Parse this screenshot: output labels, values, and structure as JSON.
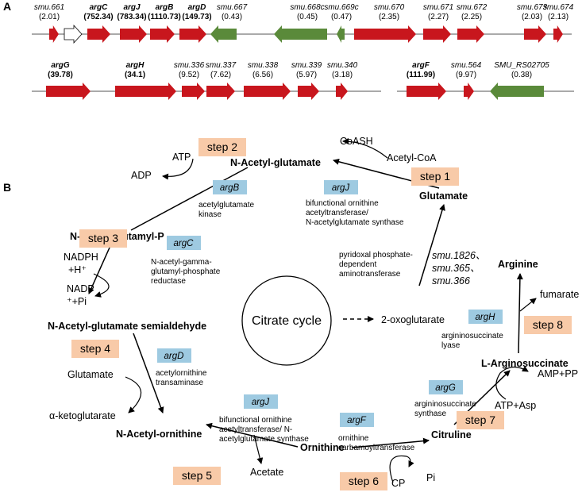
{
  "panel_labels": {
    "a": "A",
    "b": "B"
  },
  "genes_row1": [
    {
      "name": "smu.661",
      "value": "(2.01)",
      "bold": false
    },
    {
      "name": "argC",
      "value": "(752.34)",
      "bold": true
    },
    {
      "name": "argJ",
      "value": "(783.34)",
      "bold": true
    },
    {
      "name": "argB",
      "value": "(1110.73)",
      "bold": true
    },
    {
      "name": "argD",
      "value": "(149.73)",
      "bold": true
    },
    {
      "name": "smu.667",
      "value": "(0.43)",
      "bold": false
    },
    {
      "name": "smu.668c",
      "value": "(0.45)",
      "bold": false
    },
    {
      "name": "smu.669c",
      "value": "(0.47)",
      "bold": false
    },
    {
      "name": "smu.670",
      "value": "(2.35)",
      "bold": false
    },
    {
      "name": "smu.671",
      "value": "(2.27)",
      "bold": false
    },
    {
      "name": "smu.672",
      "value": "(2.25)",
      "bold": false
    },
    {
      "name": "smu.673",
      "value": "(2.03)",
      "bold": false
    },
    {
      "name": "smu.674",
      "value": "(2.13)",
      "bold": false
    }
  ],
  "genes_row2": [
    {
      "name": "argG",
      "value": "(39.78)",
      "bold": true
    },
    {
      "name": "argH",
      "value": "(34.1)",
      "bold": true
    },
    {
      "name": "smu.336",
      "value": "(9.52)",
      "bold": false
    },
    {
      "name": "smu.337",
      "value": "(7.62)",
      "bold": false
    },
    {
      "name": "smu.338",
      "value": "(6.56)",
      "bold": false
    },
    {
      "name": "smu.339",
      "value": "(5.97)",
      "bold": false
    },
    {
      "name": "smu.340",
      "value": "(3.18)",
      "bold": false
    },
    {
      "name": "argF",
      "value": "(111.99)",
      "bold": true
    },
    {
      "name": "smu.564",
      "value": "(9.97)",
      "bold": false
    },
    {
      "name": "SMU_RS02705",
      "value": "(0.38)",
      "bold": false
    }
  ],
  "colors": {
    "red": "#c8161d",
    "green": "#5a8a3a",
    "white": "#ffffff",
    "step_box": "#f8caa8",
    "enzyme_box": "#9ecae1"
  },
  "metabolites": {
    "glutamate": "Glutamate",
    "n_acetyl_glutamate": "N-Acetyl-glutamate",
    "n_acetyl_glutamyl_p": "N-Acetyl-glutamyl-P",
    "semialdehyde": "N-Acetyl-glutamate semialdehyde",
    "n_acetyl_ornithine": "N-Acetyl-ornithine",
    "ornithine": "Ornithine",
    "citrulline": "Citruline",
    "arginosuccinate": "L-Arginosuccinate",
    "arginine": "Arginine",
    "oxoglutarate": "2-oxoglutarate",
    "citrate_cycle": "Citrate cycle"
  },
  "cofactors": {
    "coash": "CoASH",
    "acetyl_coa": "Acetyl-CoA",
    "atp": "ATP",
    "adp": "ADP",
    "nadph_1": "NADPH",
    "nadph_2": "+H⁺",
    "nadp_1": "NADP",
    "nadp_2": "⁺+Pi",
    "glutamate_side": "Glutamate",
    "ketoglutarate": "α-ketoglutarate",
    "acetate": "Acetate",
    "cp": "CP",
    "pi": "Pi",
    "atp_asp": "ATP+Asp",
    "amp_pp": "AMP+PP",
    "fumarate": "fumarate"
  },
  "steps": [
    "step 1",
    "step 2",
    "step 3",
    "step 4",
    "step 5",
    "step 6",
    "step 7",
    "step 8"
  ],
  "enzymes": {
    "argJ_top": {
      "gene": "argJ",
      "desc": [
        "bifunctional ornithine",
        "acetyltransferase/",
        "N-acetylglutamate synthase"
      ]
    },
    "argB": {
      "gene": "argB",
      "desc": [
        "acetylglutamate",
        "kinase"
      ]
    },
    "argC": {
      "gene": "argC",
      "desc": [
        "N-acetyl-gamma-",
        "glutamyl-phosphate",
        "reductase"
      ]
    },
    "argD": {
      "gene": "argD",
      "desc": [
        "acetylornithine",
        "transaminase"
      ]
    },
    "argJ_bottom": {
      "gene": "argJ",
      "desc": [
        "bifunctional ornithine",
        "acetyltransferase/ N-",
        "acetylglutamate synthase"
      ]
    },
    "argF": {
      "gene": "argF",
      "desc": [
        "ornithine",
        "carbamoyltransferase"
      ]
    },
    "argG": {
      "gene": "argG",
      "desc": [
        "argininosuccinate",
        "synthase"
      ]
    },
    "argH": {
      "gene": "argH",
      "desc": [
        "argininosuccinate",
        "lyase"
      ]
    }
  },
  "aminotransferase": {
    "desc": [
      "pyridoxal phosphate-",
      "dependent",
      "aminotransferase"
    ],
    "genes": [
      "smu.1826、",
      "smu.365、",
      "smu.366"
    ]
  }
}
